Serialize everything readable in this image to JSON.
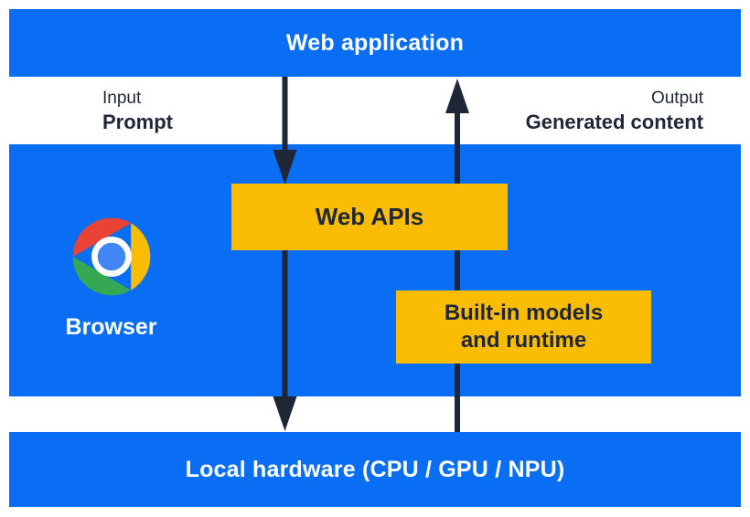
{
  "title_bar": {
    "label": "Web application"
  },
  "io": {
    "input_caption": "Input",
    "input_value": "Prompt",
    "output_caption": "Output",
    "output_value": "Generated content"
  },
  "browser": {
    "browser_label": "Browser",
    "web_apis_label": "Web APIs",
    "builtin_line1": "Built-in models",
    "builtin_line2": "and runtime"
  },
  "hardware": {
    "label": "Local hardware (CPU / GPU / NPU)"
  },
  "colors": {
    "blue": "#0A6EF5",
    "yellow": "#FBBC04",
    "ink": "#1F2736",
    "chrome_red": "#EA4335",
    "chrome_yellow": "#FBBC04",
    "chrome_green": "#34A853",
    "chrome_blue": "#4285F4"
  }
}
